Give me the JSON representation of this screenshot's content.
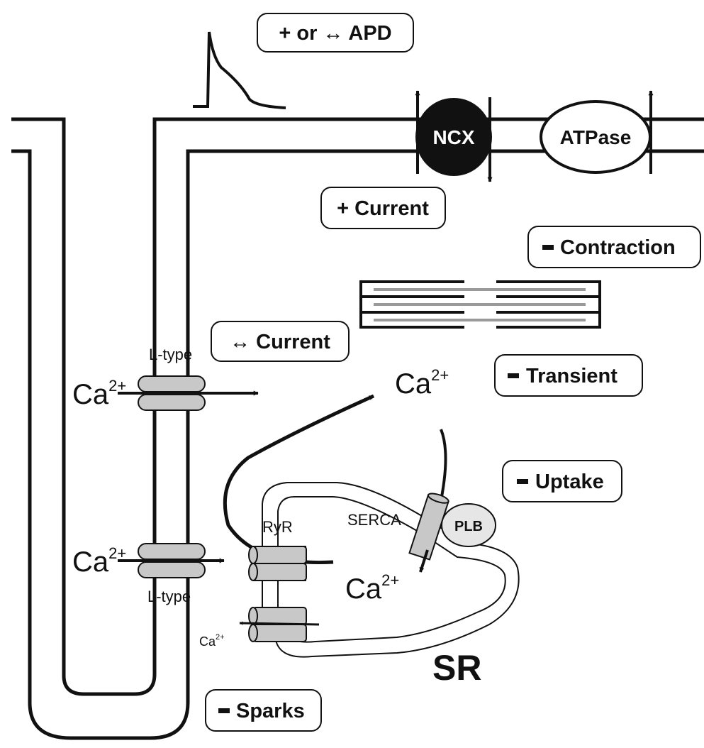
{
  "labels": {
    "apd": "+ or ↔ APD",
    "ncx": "NCX",
    "atpase": "ATPase",
    "current_ncx": "+ Current",
    "contraction": "Contraction",
    "current_ltype": "↔ Current",
    "transient": "Transient",
    "uptake": "Uptake",
    "sparks": "Sparks",
    "ltype_top": "L-type",
    "ltype_bottom": "L-type",
    "ca_base": "Ca",
    "ca_charge": "2+",
    "ryr": "RyR",
    "serca": "SERCA",
    "plb": "PLB",
    "sr": "SR"
  },
  "icons": {
    "minus_sign": "minus-bar-icon"
  },
  "colors": {
    "line": "#111111",
    "channel_fill": "#c8c8c8",
    "ncx_fill": "#111111",
    "plb_fill": "#e6e6e6",
    "filament_gray": "#9a9a9a"
  }
}
